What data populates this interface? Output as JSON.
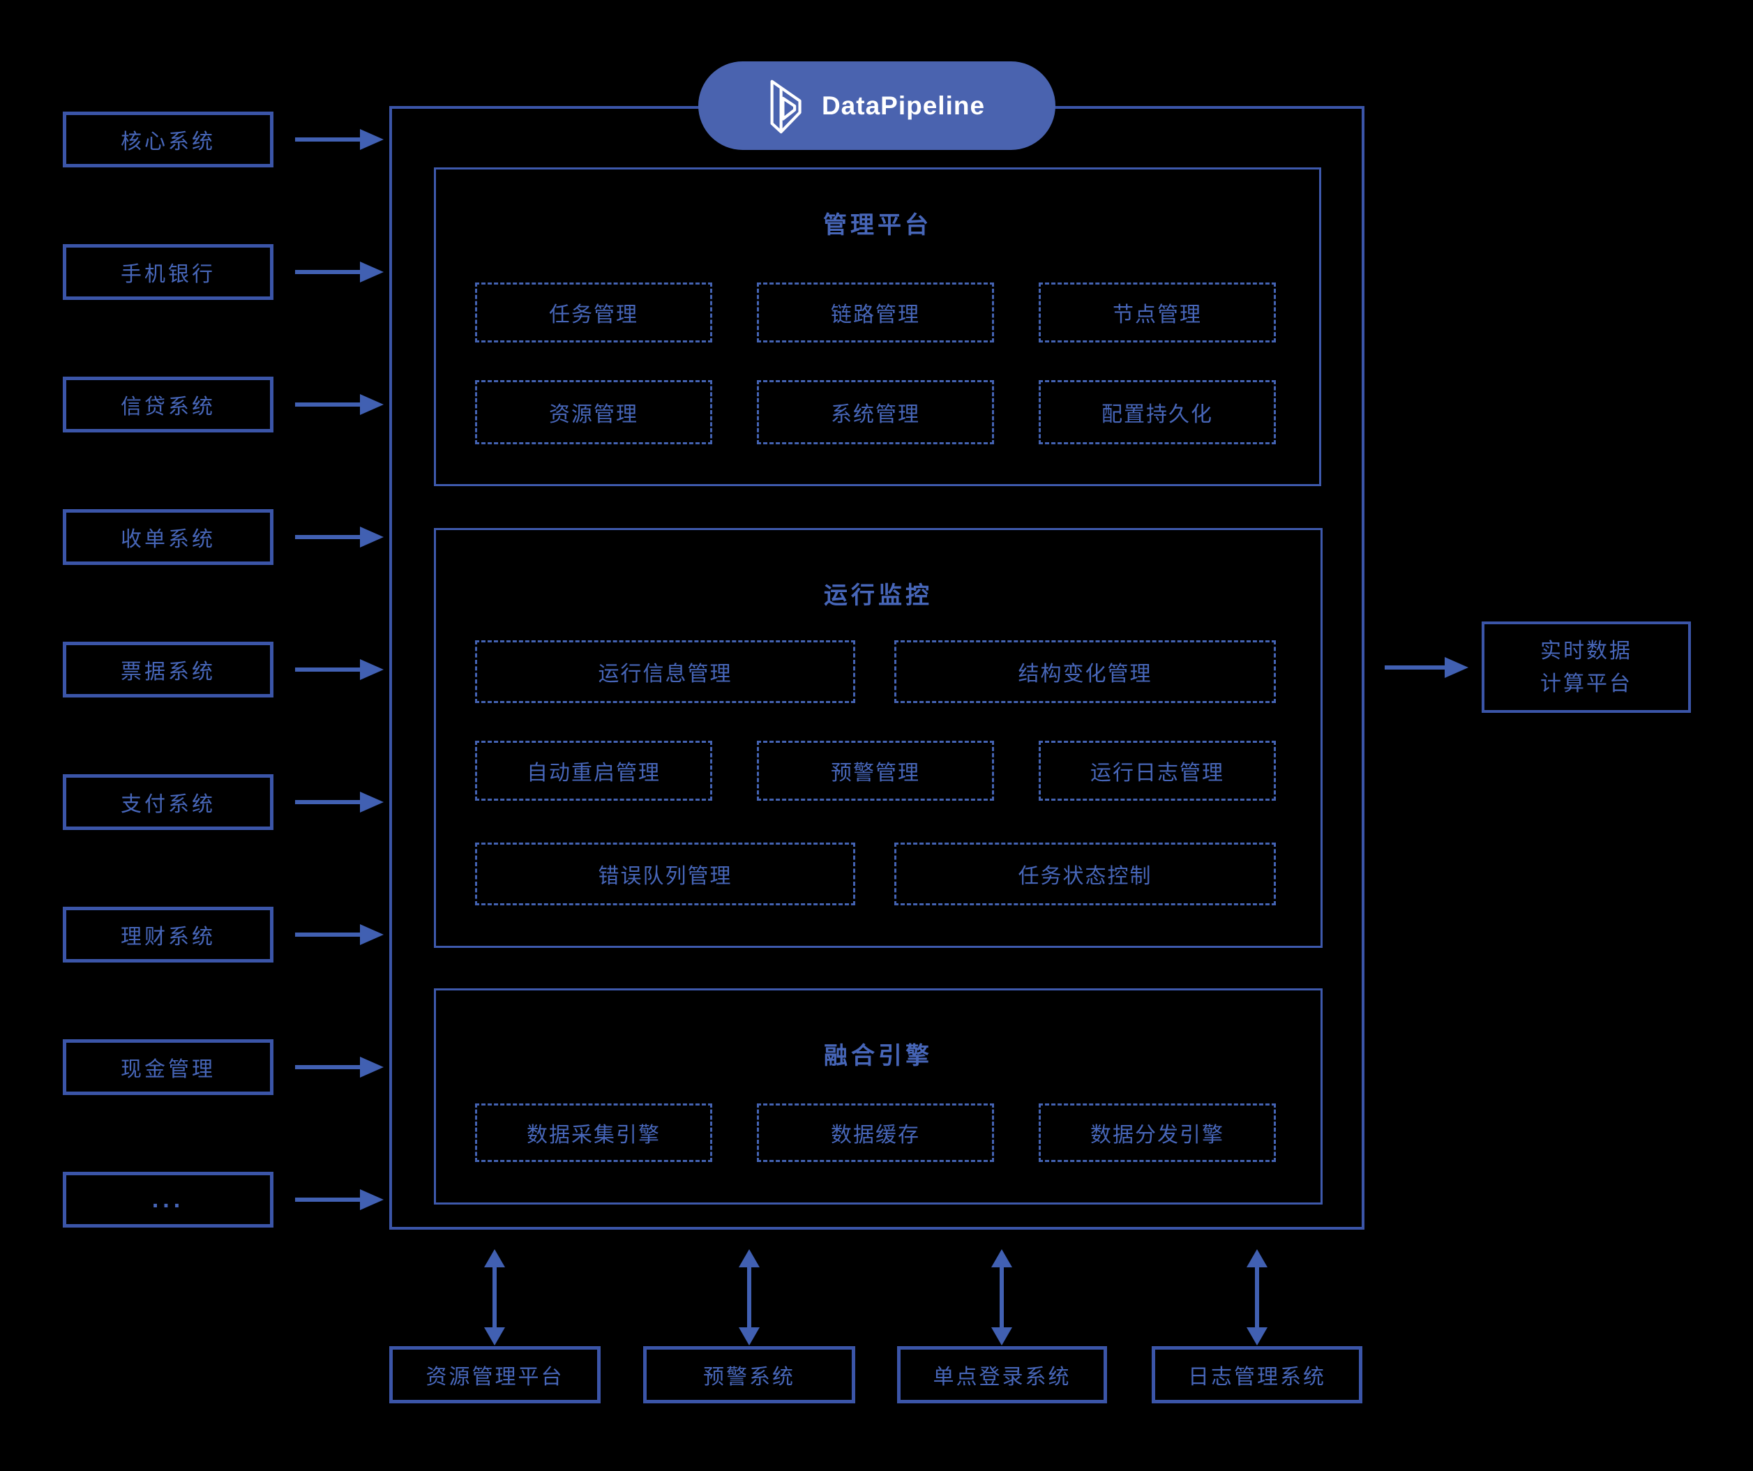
{
  "brand": {
    "name": "DataPipeline"
  },
  "colors": {
    "background": "#000000",
    "box_border": "#3B55A8",
    "dashed_border": "#4463B3",
    "text": "#4766B8",
    "arrow": "#4160B2",
    "pill_fill": "#4A63AF",
    "pill_text": "#FFFFFF"
  },
  "source_systems": [
    "核心系统",
    "手机银行",
    "信贷系统",
    "收单系统",
    "票据系统",
    "支付系统",
    "理财系统",
    "现金管理",
    "..."
  ],
  "platform": {
    "sections": [
      {
        "title": "管理平台",
        "boxes": [
          "任务管理",
          "链路管理",
          "节点管理",
          "资源管理",
          "系统管理",
          "配置持久化"
        ]
      },
      {
        "title": "运行监控",
        "boxes": [
          "运行信息管理",
          "结构变化管理",
          "自动重启管理",
          "预警管理",
          "运行日志管理",
          "错误队列管理",
          "任务状态控制"
        ]
      },
      {
        "title": "融合引擎",
        "boxes": [
          "数据采集引擎",
          "数据缓存",
          "数据分发引擎"
        ]
      }
    ]
  },
  "target_platform": {
    "line1": "实时数据",
    "line2": "计算平台"
  },
  "bottom_systems": [
    "资源管理平台",
    "预警系统",
    "单点登录系统",
    "日志管理系统"
  ]
}
